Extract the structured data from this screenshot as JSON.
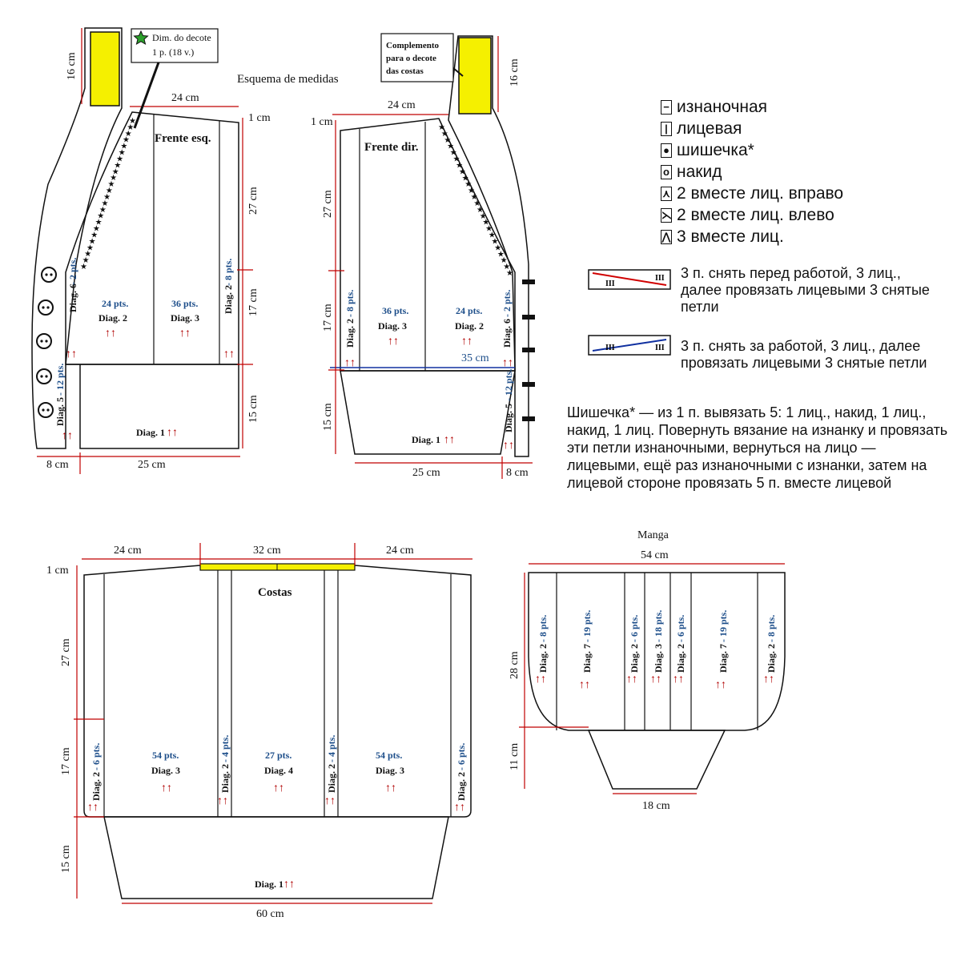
{
  "title": "Esquema de medidas",
  "annotations": {
    "neckline": [
      "Dim. do decote",
      "1 p. (18 v.)"
    ],
    "back_collar": [
      "Complemento",
      "para o decote",
      "das costas"
    ]
  },
  "front_left": {
    "name": "Frente esq.",
    "dims": {
      "top": "24 cm",
      "shoulder_drop": "1 cm",
      "armhole": "27 cm",
      "mid": "17 cm",
      "bottom_h": "15 cm",
      "bottom_w": "25 cm",
      "band_w": "8 cm",
      "collar": "16 cm"
    },
    "cols": [
      {
        "diag": "Diag. 6",
        "pts": "- 2 pts."
      },
      {
        "pts": "24 pts.",
        "diag": "Diag. 2"
      },
      {
        "pts": "36 pts.",
        "diag": "Diag. 3"
      },
      {
        "diag": "Diag. 2",
        "pts": "- 8 pts."
      }
    ],
    "band": {
      "diag": "Diag. 5",
      "pts": "- 12 pts."
    },
    "bottom": "Diag. 1"
  },
  "front_right": {
    "name": "Frente dir.",
    "dims": {
      "top": "24 cm",
      "shoulder_drop": "1 cm",
      "armhole": "27 cm",
      "mid": "17 cm",
      "bottom_h": "15 cm",
      "bottom_w": "25 cm",
      "band_w": "8 cm",
      "collar": "16 cm",
      "inner": "35 cm"
    },
    "cols": [
      {
        "diag": "Diag. 2",
        "pts": "- 8 pts."
      },
      {
        "pts": "36 pts.",
        "diag": "Diag. 3"
      },
      {
        "pts": "24 pts.",
        "diag": "Diag. 2"
      },
      {
        "diag": "Diag. 6",
        "pts": "- 2 pts."
      }
    ],
    "band": {
      "diag": "Diag. 5",
      "pts": "- 12 pts."
    },
    "bottom": "Diag. 1"
  },
  "back": {
    "name": "Costas",
    "dims": {
      "left": "24 cm",
      "center": "32 cm",
      "right": "24 cm",
      "shoulder_drop": "1 cm",
      "armhole": "27 cm",
      "mid": "17 cm",
      "bottom_h": "15 cm",
      "bottom_w": "60 cm"
    },
    "cols": [
      {
        "diag": "Diag. 2",
        "pts": "- 6 pts."
      },
      {
        "pts": "54 pts.",
        "diag": "Diag. 3"
      },
      {
        "diag": "Diag. 2",
        "pts": "- 4 pts."
      },
      {
        "pts": "27 pts.",
        "diag": "Diag. 4"
      },
      {
        "diag": "Diag. 2",
        "pts": "- 4 pts."
      },
      {
        "pts": "54 pts.",
        "diag": "Diag. 3"
      },
      {
        "diag": "Diag. 2",
        "pts": "- 6 pts."
      }
    ],
    "bottom": "Diag. 1"
  },
  "sleeve": {
    "name": "Manga",
    "dims": {
      "top": "54 cm",
      "upper_h": "28 cm",
      "lower_h": "11 cm",
      "cuff": "18 cm"
    },
    "cols": [
      {
        "diag": "Diag. 2",
        "pts": "- 8 pts."
      },
      {
        "diag": "Diag. 7",
        "pts": "- 19 pts."
      },
      {
        "diag": "Diag. 2",
        "pts": "- 6 pts."
      },
      {
        "diag": "Diag. 3",
        "pts": "- 18 pts."
      },
      {
        "diag": "Diag. 2",
        "pts": "- 6 pts."
      },
      {
        "diag": "Diag. 7",
        "pts": "- 19 pts."
      },
      {
        "diag": "Diag. 2",
        "pts": "- 8 pts."
      }
    ]
  },
  "arrows": "↑↑",
  "legend": [
    {
      "icon": "purl-symbol-icon",
      "glyph": "−",
      "label": "изнаночная"
    },
    {
      "icon": "knit-symbol-icon",
      "glyph": "|",
      "label": "лицевая"
    },
    {
      "icon": "bobble-symbol-icon",
      "glyph": "●",
      "label": "шишечка*"
    },
    {
      "icon": "yarn-over-symbol-icon",
      "glyph": "o",
      "label": "накид"
    },
    {
      "icon": "k2tog-right-symbol-icon",
      "glyph": "⋏",
      "label": "2 вместе лиц. вправо"
    },
    {
      "icon": "k2tog-left-symbol-icon",
      "glyph": "⋋",
      "label": "2 вместе лиц. влево"
    },
    {
      "icon": "k3tog-symbol-icon",
      "glyph": "⋀",
      "label": "3 вместе лиц."
    }
  ],
  "cables": [
    {
      "text": "3 п. снять перед работой, 3 лиц., далее провязать лицевыми 3 снятые петли",
      "marks": [
        "III",
        "III"
      ]
    },
    {
      "text": "3 п. снять за работой, 3 лиц., далее провязать лицевыми 3 снятые петли",
      "marks": [
        "III",
        "III"
      ]
    }
  ],
  "bobble_note": "Шишечка* — из 1 п. вывязать 5: 1 лиц., накид, 1 лиц., накид, 1 лиц. Повернуть вязание на изнанку и провязать эти петли изнаночными, вернуться на лицо — лицевыми, ещё раз изнаночными с изнанки, затем на лицевой стороне провязать 5 п. вместе лицевой",
  "colors": {
    "accent_yellow": "#f5f000",
    "pts_blue": "#1d4e8a",
    "dim_red": "#c00000",
    "cable_red": "#d00000",
    "cable_blue": "#1030a0"
  }
}
